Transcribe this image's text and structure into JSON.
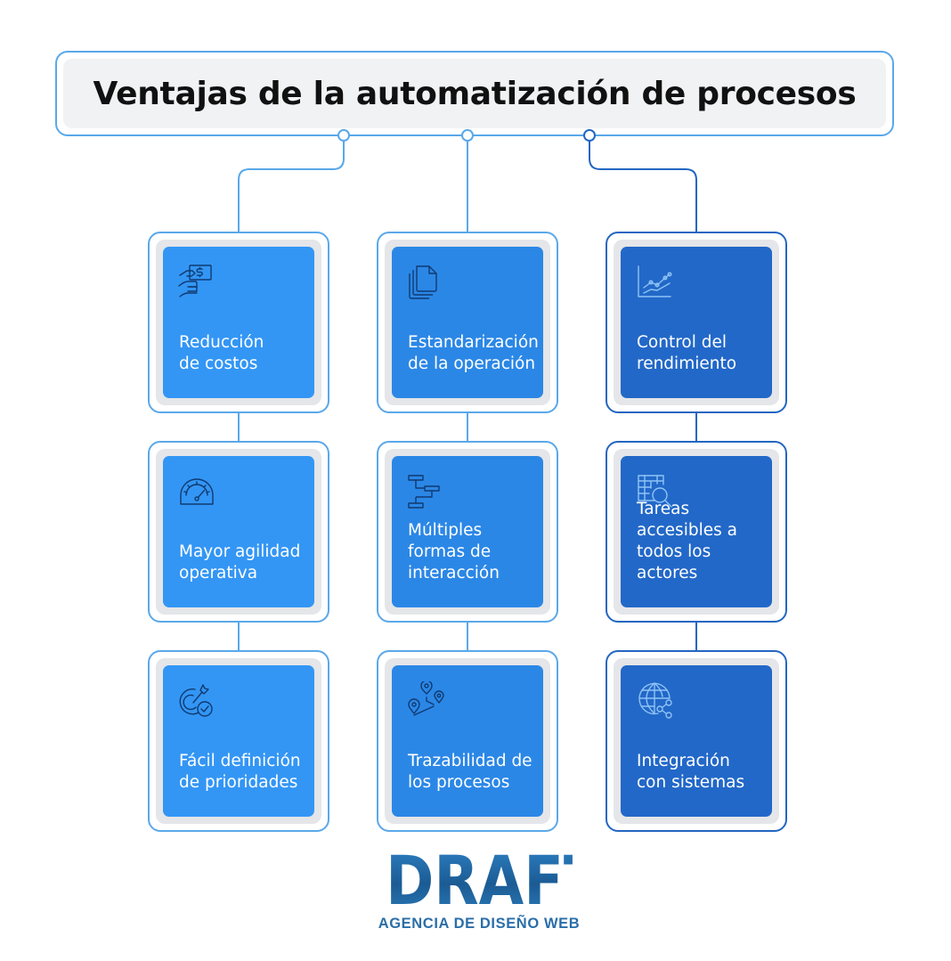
{
  "title": "Ventajas de la automatización de procesos",
  "colors": {
    "line_light": "#5aa8ea",
    "line_dark": "#2366c2",
    "card_column_1": "#3396f5",
    "card_column_2": "#2b87e6",
    "card_column_3": "#2268c8",
    "logo": "#1f5f97"
  },
  "cards": [
    {
      "label": "Reducción\nde costos",
      "icon": "money-hand-icon"
    },
    {
      "label": "Estandarización\nde la operación",
      "icon": "documents-stack-icon"
    },
    {
      "label": "Control del\nrendimiento",
      "icon": "line-chart-icon"
    },
    {
      "label": "Mayor agilidad\noperativa",
      "icon": "speedometer-icon"
    },
    {
      "label": "Múltiples\nformas de\ninteracción",
      "icon": "flow-steps-icon"
    },
    {
      "label": "Tareas\naccesibles a\ntodos los\nactores",
      "icon": "table-search-icon"
    },
    {
      "label": "Fácil definición\nde prioridades",
      "icon": "target-check-icon"
    },
    {
      "label": "Trazabilidad de\nlos procesos",
      "icon": "map-pins-route-icon"
    },
    {
      "label": "Integración\ncon sistemas",
      "icon": "globe-network-icon"
    }
  ],
  "logo": {
    "wordmark": "DRAFT",
    "tagline": "AGENCIA DE DISEÑO WEB"
  }
}
